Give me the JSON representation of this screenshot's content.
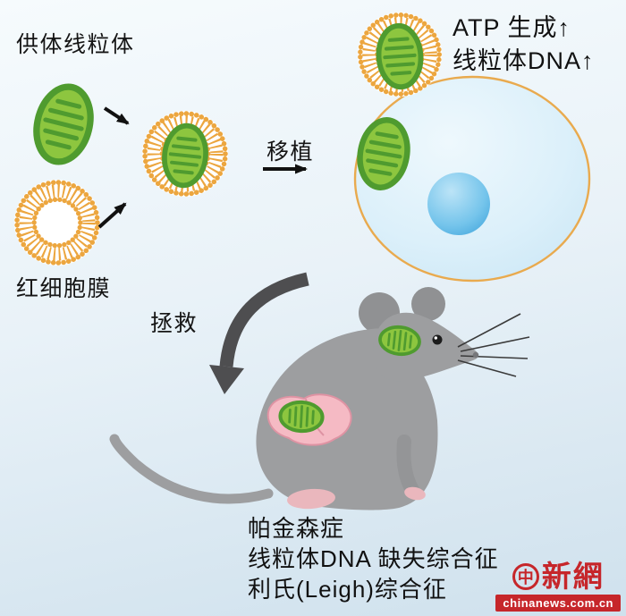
{
  "labels": {
    "donor_mitochondria": "供体线粒体",
    "rbc_membrane": "红细胞膜",
    "transplant": "移植",
    "rescue": "拯救"
  },
  "annotations": {
    "atp_up": "ATP 生成↑",
    "mtdna_up": "线粒体DNA↑"
  },
  "diseases": [
    "帕金森症",
    "线粒体DNA 缺失综合征",
    "利氏(Leigh)综合征"
  ],
  "logo": {
    "emblem_char": "中",
    "wordmark": "新網",
    "url": "chinanews.com.cn"
  },
  "colors": {
    "mitochondrion_fill": "#8dc63f",
    "mitochondrion_stroke": "#4f9b2f",
    "membrane_orange": "#eca63f",
    "cell_fill": "#d9eef9",
    "cell_outline": "#e9aa4e",
    "nucleus_blue": "#5ab7e6",
    "mouse_gray": "#9d9ea0",
    "liver_pink": "#f5bac4",
    "logo_red": "#c6262a",
    "arrow_black": "#111111",
    "rescue_arrow_gray": "#4e4e50"
  }
}
